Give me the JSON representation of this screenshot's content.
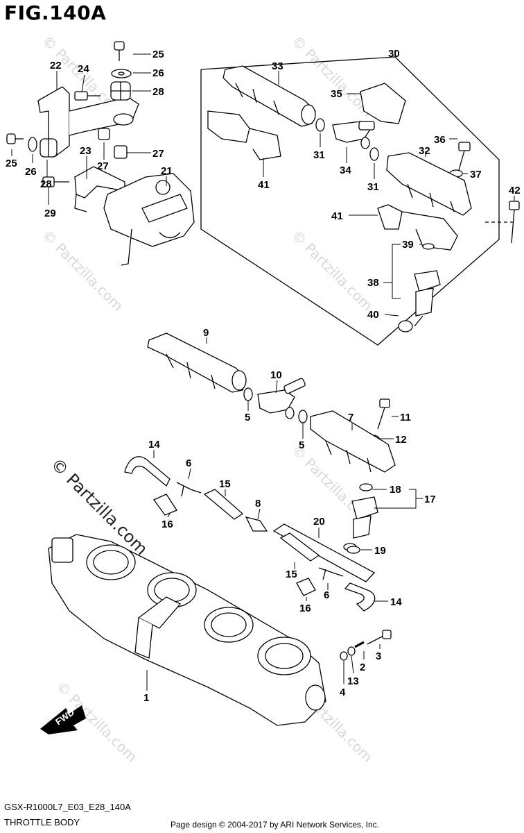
{
  "figure": {
    "title": "FIG.140A",
    "code": "GSX-R1000L7_E03_E28_140A",
    "name": "THROTTLE BODY",
    "copyright": "Page design © 2004-2017 by ARI Network Services, Inc."
  },
  "watermark": {
    "text": "© Partzilla.com"
  },
  "callouts": {
    "c22": "22",
    "c24": "24",
    "c25a": "25",
    "c26a": "26",
    "c28a": "28",
    "c25b": "25",
    "c26b": "26",
    "c28b": "28",
    "c27a": "27",
    "c27b": "27",
    "c23": "23",
    "c21": "21",
    "c29": "29",
    "c30": "30",
    "c33": "33",
    "c35": "35",
    "c31a": "31",
    "c34": "34",
    "c36": "36",
    "c32": "32",
    "c37": "37",
    "c41a": "41",
    "c31b": "31",
    "c41b": "41",
    "c42": "42",
    "c39": "39",
    "c38": "38",
    "c40": "40",
    "c9": "9",
    "c10": "10",
    "c5a": "5",
    "c11": "11",
    "c7": "7",
    "c12": "12",
    "c5b": "5",
    "c14a": "14",
    "c6a": "6",
    "c15a": "15",
    "c8": "8",
    "c16a": "16",
    "c18": "18",
    "c17": "17",
    "c20": "20",
    "c19": "19",
    "c15b": "15",
    "c6b": "6",
    "c16b": "16",
    "c14b": "14",
    "c3": "3",
    "c2": "2",
    "c13": "13",
    "c4": "4",
    "c1": "1"
  },
  "fwd_label": "FWD"
}
